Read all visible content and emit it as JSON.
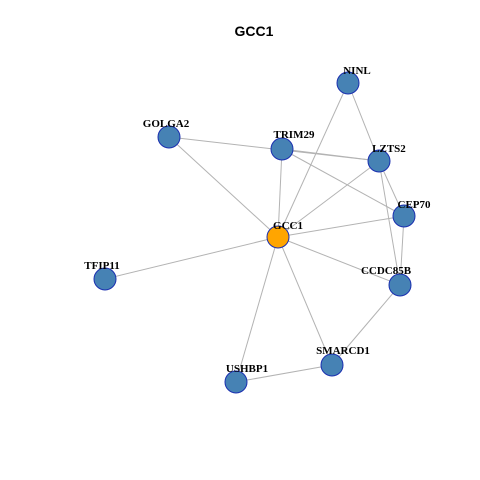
{
  "title": "GCC1",
  "colors": {
    "hub_fill": "#FFA500",
    "node_fill": "#4682B4",
    "node_stroke": "#1A2FB0",
    "edge": "#B3B3B3"
  },
  "nodes": [
    {
      "id": "NINL",
      "label": "NINL",
      "hub": false
    },
    {
      "id": "GOLGA2",
      "label": "GOLGA2",
      "hub": false
    },
    {
      "id": "TRIM29",
      "label": "TRIM29",
      "hub": false
    },
    {
      "id": "LZTS2",
      "label": "LZTS2",
      "hub": false
    },
    {
      "id": "CEP70",
      "label": "CEP70",
      "hub": false
    },
    {
      "id": "GCC1",
      "label": "GCC1",
      "hub": true
    },
    {
      "id": "TFIP11",
      "label": "TFIP11",
      "hub": false
    },
    {
      "id": "CCDC85B",
      "label": "CCDC85B",
      "hub": false
    },
    {
      "id": "SMARCD1",
      "label": "SMARCD1",
      "hub": false
    },
    {
      "id": "USHBP1",
      "label": "USHBP1",
      "hub": false
    }
  ],
  "edges": [
    [
      "GCC1",
      "NINL"
    ],
    [
      "GCC1",
      "GOLGA2"
    ],
    [
      "GCC1",
      "TRIM29"
    ],
    [
      "GCC1",
      "LZTS2"
    ],
    [
      "GCC1",
      "CEP70"
    ],
    [
      "GCC1",
      "TFIP11"
    ],
    [
      "GCC1",
      "CCDC85B"
    ],
    [
      "GCC1",
      "SMARCD1"
    ],
    [
      "GCC1",
      "USHBP1"
    ],
    [
      "NINL",
      "LZTS2"
    ],
    [
      "GOLGA2",
      "LZTS2"
    ],
    [
      "TRIM29",
      "LZTS2"
    ],
    [
      "TRIM29",
      "CEP70"
    ],
    [
      "LZTS2",
      "CEP70"
    ],
    [
      "LZTS2",
      "CCDC85B"
    ],
    [
      "CEP70",
      "CCDC85B"
    ],
    [
      "CCDC85B",
      "SMARCD1"
    ],
    [
      "SMARCD1",
      "USHBP1"
    ]
  ]
}
